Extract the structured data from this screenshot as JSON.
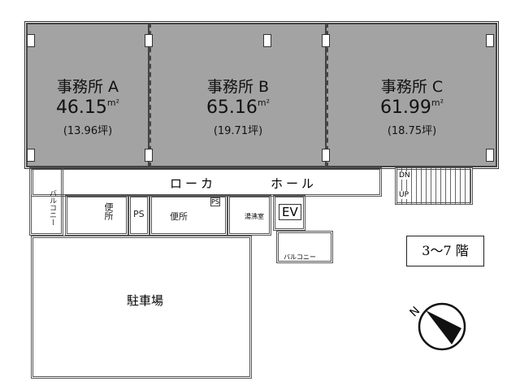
{
  "offices": [
    {
      "name": "事務所 A",
      "area": "46.15",
      "unit": "m²",
      "tsubo": "(13.96坪)"
    },
    {
      "name": "事務所 B",
      "area": "65.16",
      "unit": "m²",
      "tsubo": "(19.71坪)"
    },
    {
      "name": "事務所 C",
      "area": "61.99",
      "unit": "m²",
      "tsubo": "(18.75坪)"
    }
  ],
  "corridor": {
    "left": "ローカ",
    "right": "ホール"
  },
  "rooms": {
    "balcony_left": "バルコニー",
    "toilet_left": "便所",
    "ps1": "PS",
    "toilet_center": "便所",
    "ps2": "PS",
    "kitchen": "湯沸室",
    "ev": "EV",
    "balcony_bottom": "バルコニー",
    "parking": "駐車場"
  },
  "stairs": {
    "down": "DN",
    "up": "UP"
  },
  "floor_label": "3〜7 階",
  "compass": {
    "label": "N"
  }
}
